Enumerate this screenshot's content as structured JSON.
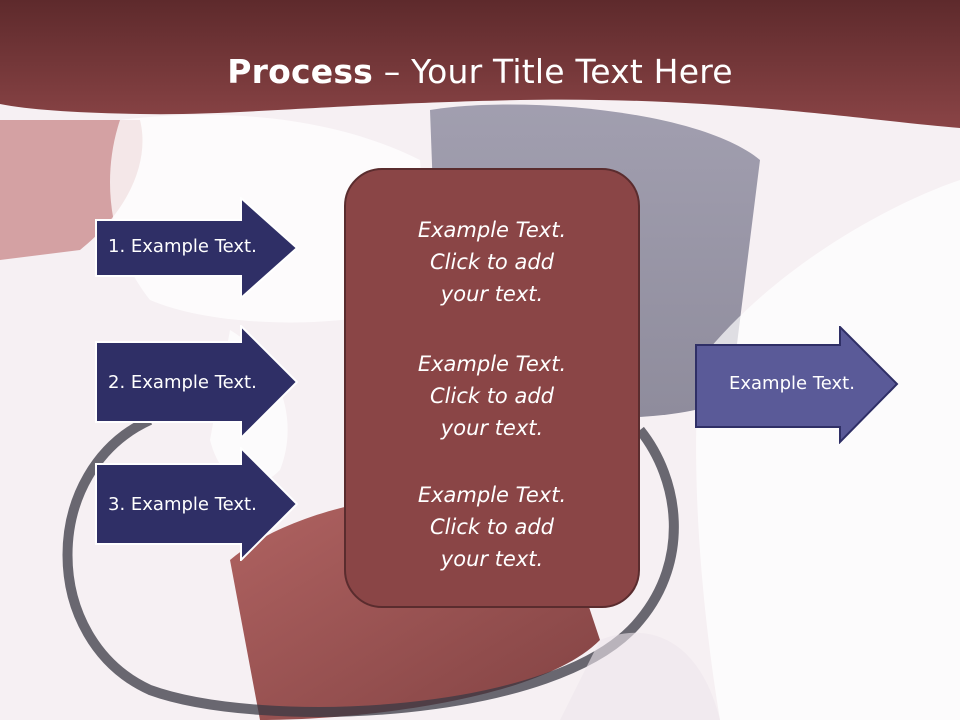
{
  "slide": {
    "title_bold": "Process",
    "title_rest": " – Your Title Text Here"
  },
  "steps": [
    {
      "label": "1. Example Text."
    },
    {
      "label": "2. Example Text."
    },
    {
      "label": "3. Example Text."
    }
  ],
  "center_box": {
    "paragraphs": [
      {
        "line1": "Example Text.",
        "line2": "Click  to add",
        "line3": "your text."
      },
      {
        "line1": "Example Text.",
        "line2": "Click  to add",
        "line3": "your text."
      },
      {
        "line1": "Example Text.",
        "line2": "Click  to add",
        "line3": "your text."
      }
    ]
  },
  "output_arrow": {
    "label": "Example Text."
  },
  "colors": {
    "header": "#7d3638",
    "step_arrow": "#2f2f66",
    "center_box": "#8a4546",
    "output_arrow": "#5a5a98"
  }
}
